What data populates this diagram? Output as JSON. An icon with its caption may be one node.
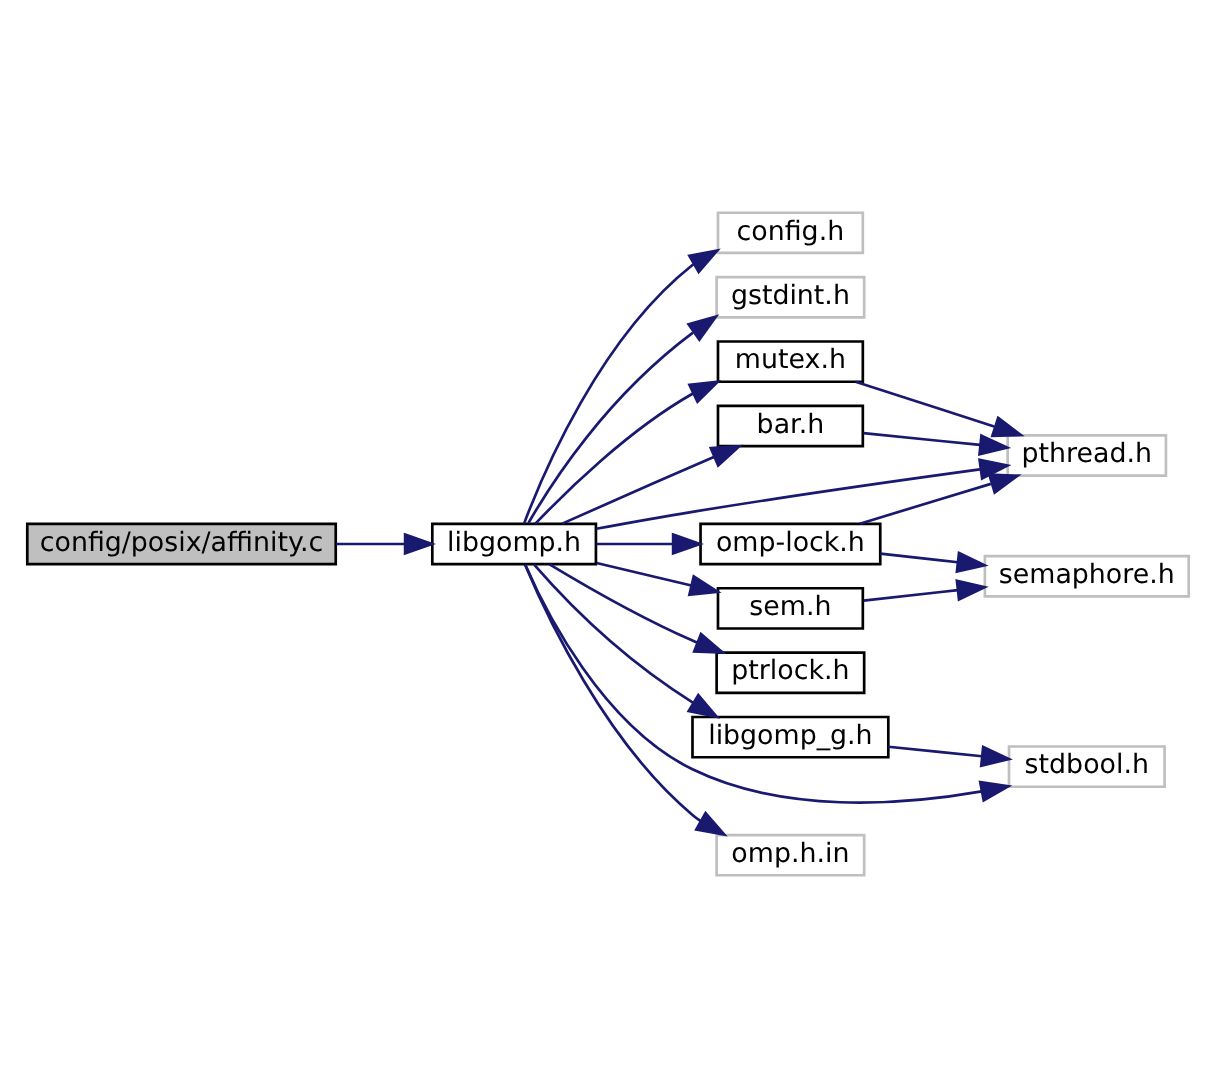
{
  "diagram": {
    "nodes": [
      {
        "text": [
          "config/posix/affinity.c"
        ]
      },
      {
        "text": [
          "libgomp.h"
        ]
      },
      {
        "text": [
          "config.h"
        ]
      },
      {
        "text": [
          "gstdint.h"
        ]
      },
      {
        "text": [
          "mutex.h"
        ]
      },
      {
        "text": [
          "bar.h"
        ]
      },
      {
        "text": [
          "pthread.h"
        ]
      },
      {
        "text": [
          "omp-lock.h"
        ]
      },
      {
        "text": [
          "semaphore.h"
        ]
      },
      {
        "text": [
          "sem.h"
        ]
      },
      {
        "text": [
          "ptrlock.h"
        ]
      },
      {
        "text": [
          "libgomp_g.h"
        ]
      },
      {
        "text": [
          "stdbool.h"
        ]
      },
      {
        "text": [
          "omp.h.in"
        ]
      }
    ],
    "edges": [
      {
        "from": 0,
        "to": 1,
        "arrow": "to"
      },
      {
        "from": 1,
        "to": 2,
        "arrow": "to"
      },
      {
        "from": 1,
        "to": 3,
        "arrow": "to"
      },
      {
        "from": 1,
        "to": 4,
        "arrow": "to"
      },
      {
        "from": 1,
        "to": 5,
        "arrow": "to"
      },
      {
        "from": 1,
        "to": 6,
        "arrow": "to"
      },
      {
        "from": 1,
        "to": 7,
        "arrow": "to"
      },
      {
        "from": 1,
        "to": 9,
        "arrow": "to"
      },
      {
        "from": 1,
        "to": 10,
        "arrow": "to"
      },
      {
        "from": 1,
        "to": 11,
        "arrow": "to"
      },
      {
        "from": 1,
        "to": 12,
        "arrow": "to"
      },
      {
        "from": 1,
        "to": 13,
        "arrow": "to"
      },
      {
        "from": 4,
        "to": 6,
        "arrow": "to"
      },
      {
        "from": 5,
        "to": 6,
        "arrow": "to"
      },
      {
        "from": 7,
        "to": 6,
        "arrow": "to"
      },
      {
        "from": 7,
        "to": 8,
        "arrow": "to"
      },
      {
        "from": 9,
        "to": 8,
        "arrow": "to"
      },
      {
        "from": 11,
        "to": 12,
        "arrow": "to"
      }
    ]
  }
}
